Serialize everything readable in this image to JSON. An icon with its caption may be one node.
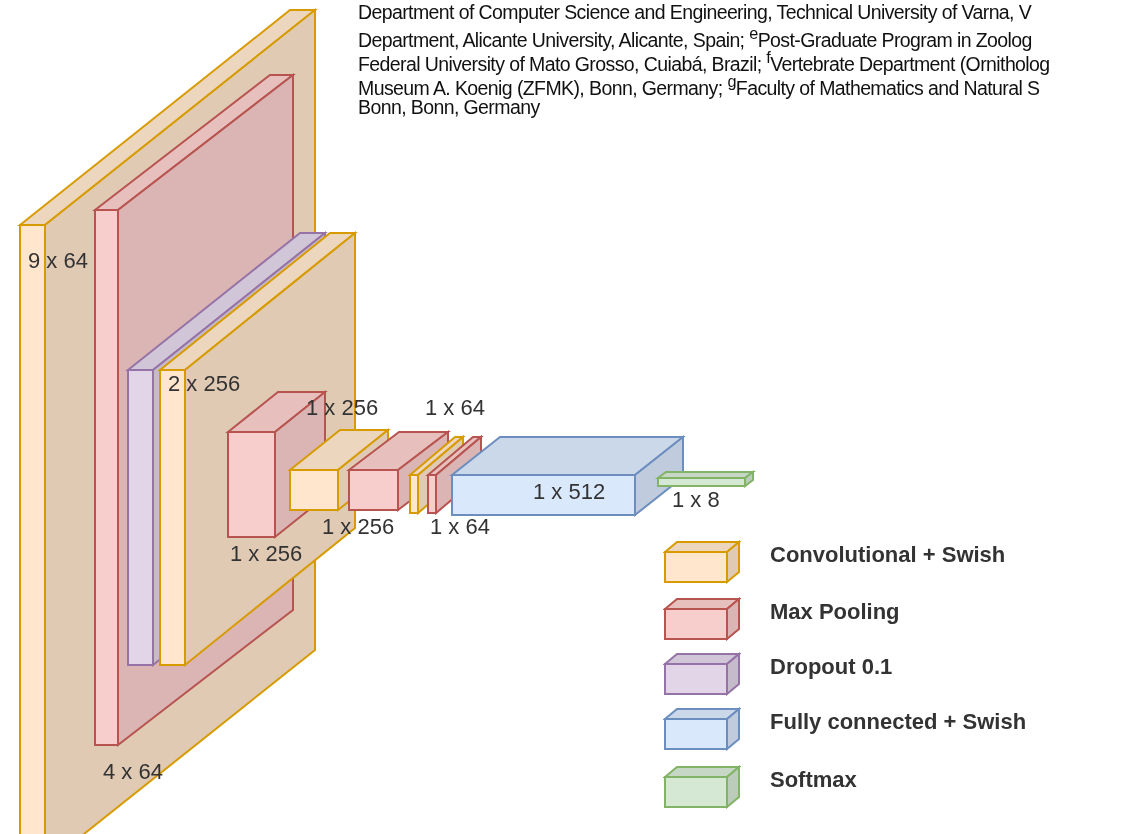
{
  "diagram": {
    "labels": [
      "Department of Computer Science and Engineering, Technical University of Varna, V",
      "Department, Alicante University, Alicante, Spain; $^{e}$Post-Graduate Program in Zoolog",
      "Federal University of Mato Grosso, Cuiabá, Brazil; $^{f}$Vertebrate Department (Ornitholog",
      "Museum A. Koenig (ZFMK), Bonn, Germany; $^{g}$Faculty of Mathematics and Natural S",
      "Bonn, Bonn, Germany",
      "9 x 64",
      "2 x 256",
      "1 x 256",
      "1 x 64",
      "1 x 512",
      "1 x 8",
      "1 x 256",
      "1 x 64",
      "1 x 256",
      "4 x 64"
    ],
    "legend": [
      {
        "text": "Convolutional + Swish",
        "color": "#ffe6cc"
      },
      {
        "text": "Max Pooling",
        "color": "#f8cecc"
      },
      {
        "text": "Dropout 0.1",
        "color": "#e1d5e7"
      },
      {
        "text": "Fully connected + Swish",
        "color": "#dae8fc"
      },
      {
        "text": "Softmax",
        "color": "#d5e8d4"
      }
    ]
  }
}
